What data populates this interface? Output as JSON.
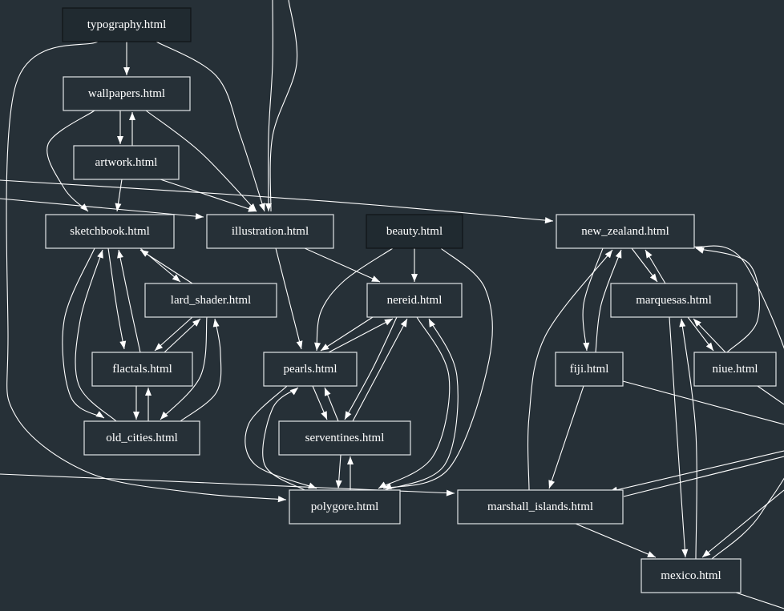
{
  "graph": {
    "nodes": [
      {
        "id": "typography",
        "label": "typography.html",
        "root": true
      },
      {
        "id": "wallpapers",
        "label": "wallpapers.html"
      },
      {
        "id": "artwork",
        "label": "artwork.html"
      },
      {
        "id": "sketchbook",
        "label": "sketchbook.html"
      },
      {
        "id": "illustration",
        "label": "illustration.html"
      },
      {
        "id": "beauty",
        "label": "beauty.html",
        "root": true
      },
      {
        "id": "new_zealand",
        "label": "new_zealand.html"
      },
      {
        "id": "lard_shader",
        "label": "lard_shader.html"
      },
      {
        "id": "nereid",
        "label": "nereid.html"
      },
      {
        "id": "marquesas",
        "label": "marquesas.html"
      },
      {
        "id": "flactals",
        "label": "flactals.html"
      },
      {
        "id": "pearls",
        "label": "pearls.html"
      },
      {
        "id": "fiji",
        "label": "fiji.html"
      },
      {
        "id": "niue",
        "label": "niue.html"
      },
      {
        "id": "old_cities",
        "label": "old_cities.html"
      },
      {
        "id": "serventines",
        "label": "serventines.html"
      },
      {
        "id": "polygore",
        "label": "polygore.html"
      },
      {
        "id": "marshall_islands",
        "label": "marshall_islands.html"
      },
      {
        "id": "mexico",
        "label": "mexico.html"
      }
    ],
    "edges": [
      {
        "from": "typography",
        "to": "wallpapers"
      },
      {
        "from": "typography",
        "to": "illustration"
      },
      {
        "from": "typography",
        "to": "polygore"
      },
      {
        "from": "wallpapers",
        "to": "artwork"
      },
      {
        "from": "artwork",
        "to": "wallpapers"
      },
      {
        "from": "wallpapers",
        "to": "sketchbook"
      },
      {
        "from": "wallpapers",
        "to": "illustration"
      },
      {
        "from": "artwork",
        "to": "sketchbook"
      },
      {
        "from": "artwork",
        "to": "illustration"
      },
      {
        "from": "illustration",
        "to": "pearls"
      },
      {
        "from": "illustration",
        "to": "nereid"
      },
      {
        "from": "sketchbook",
        "to": "lard_shader"
      },
      {
        "from": "lard_shader",
        "to": "sketchbook"
      },
      {
        "from": "sketchbook",
        "to": "flactals"
      },
      {
        "from": "flactals",
        "to": "sketchbook"
      },
      {
        "from": "sketchbook",
        "to": "old_cities"
      },
      {
        "from": "old_cities",
        "to": "sketchbook"
      },
      {
        "from": "lard_shader",
        "to": "flactals"
      },
      {
        "from": "flactals",
        "to": "lard_shader"
      },
      {
        "from": "lard_shader",
        "to": "old_cities"
      },
      {
        "from": "old_cities",
        "to": "lard_shader"
      },
      {
        "from": "flactals",
        "to": "old_cities"
      },
      {
        "from": "old_cities",
        "to": "flactals"
      },
      {
        "from": "beauty",
        "to": "nereid"
      },
      {
        "from": "beauty",
        "to": "pearls"
      },
      {
        "from": "beauty",
        "to": "polygore"
      },
      {
        "from": "nereid",
        "to": "pearls"
      },
      {
        "from": "pearls",
        "to": "nereid"
      },
      {
        "from": "nereid",
        "to": "serventines"
      },
      {
        "from": "serventines",
        "to": "nereid"
      },
      {
        "from": "nereid",
        "to": "polygore"
      },
      {
        "from": "polygore",
        "to": "nereid"
      },
      {
        "from": "pearls",
        "to": "serventines"
      },
      {
        "from": "serventines",
        "to": "pearls"
      },
      {
        "from": "pearls",
        "to": "polygore"
      },
      {
        "from": "polygore",
        "to": "pearls"
      },
      {
        "from": "serventines",
        "to": "polygore"
      },
      {
        "from": "polygore",
        "to": "serventines"
      },
      {
        "from": "new_zealand",
        "to": "marquesas"
      },
      {
        "from": "marquesas",
        "to": "new_zealand"
      },
      {
        "from": "new_zealand",
        "to": "fiji"
      },
      {
        "from": "fiji",
        "to": "new_zealand"
      },
      {
        "from": "marshall_islands",
        "to": "new_zealand"
      },
      {
        "from": "niue",
        "to": "new_zealand"
      },
      {
        "from": "marquesas",
        "to": "niue"
      },
      {
        "from": "niue",
        "to": "marquesas"
      },
      {
        "from": "marquesas",
        "to": "mexico"
      },
      {
        "from": "mexico",
        "to": "marquesas"
      },
      {
        "from": "fiji",
        "to": "marshall_islands"
      },
      {
        "from": "marshall_islands",
        "to": "mexico"
      },
      {
        "from": "mexico",
        "to": "new_zealand"
      }
    ]
  }
}
